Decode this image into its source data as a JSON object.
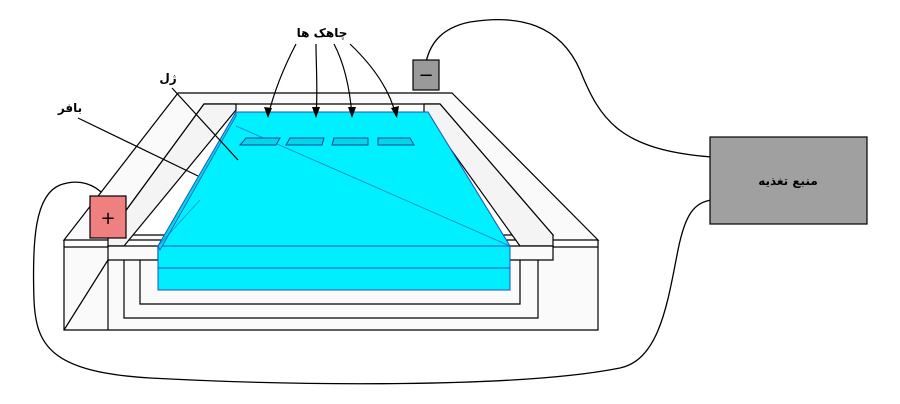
{
  "labels": {
    "wells": "چاهک ها",
    "gel": "ژل",
    "buffer": "بافر",
    "power_supply": "منبع تغذیه",
    "positive": "+",
    "negative": "−"
  },
  "colors": {
    "gel": "#00f0ff",
    "positive_electrode": "#f08080",
    "negative_electrode": "#9a9a9a",
    "power_supply": "#a0a0a0"
  }
}
